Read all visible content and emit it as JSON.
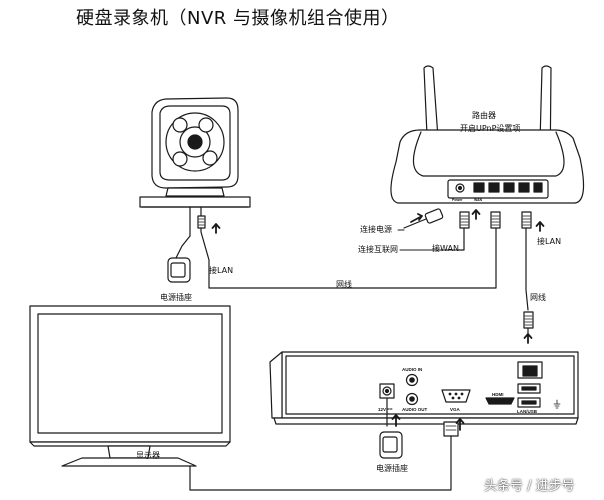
{
  "title": "硬盘录象机（NVR 与摄像机组合使用）",
  "labels": {
    "router": "路由器",
    "upnp": "开启UPnP设置项",
    "power_connect": "连接电源",
    "internet_connect": "连接互联网",
    "wan": "接WAN",
    "lan_right": "接LAN",
    "lan_left": "接LAN",
    "cable_top": "网线",
    "cable_right": "网线",
    "power_socket_cam": "电源插座",
    "power_socket_nvr": "电源插座",
    "monitor": "显示器"
  },
  "nvr_port_labels": {
    "audio_in": "AUDIO IN",
    "audio_out": "AUDIO OUT",
    "power_12v": "12V ==",
    "vga": "VGA",
    "hdmi": "HDMI",
    "lan_usb": "LAN/USB"
  },
  "router_port_labels": {
    "power": "Power",
    "wan": "WAN"
  },
  "watermark": "头条号 / 进步号"
}
